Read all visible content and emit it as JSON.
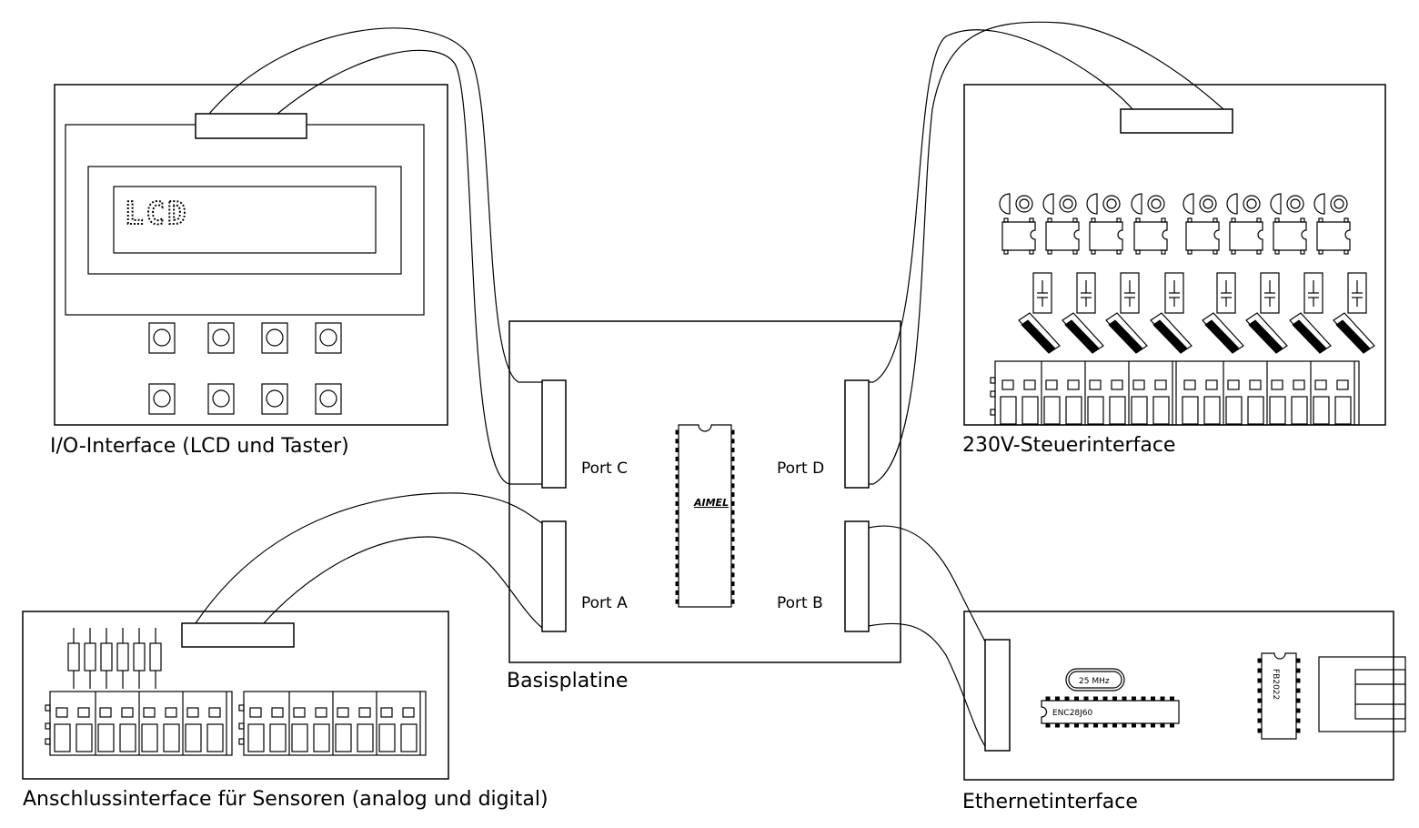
{
  "captions": {
    "io_interface": "I/O-Interface (LCD und Taster)",
    "relay_interface": "230V-Steuerinterface",
    "sensor_interface": "Anschlussinterface für Sensoren (analog und digital)",
    "base_board": "Basisplatine",
    "ethernet_interface": "Ethernetinterface"
  },
  "ports": {
    "a": "Port A",
    "b": "Port B",
    "c": "Port C",
    "d": "Port D"
  },
  "labels": {
    "lcd": "LCD",
    "atmel": "AIMEL",
    "crystal": "25 MHz",
    "eth_chip": "ENC28J60",
    "transformer": "FB2022"
  }
}
